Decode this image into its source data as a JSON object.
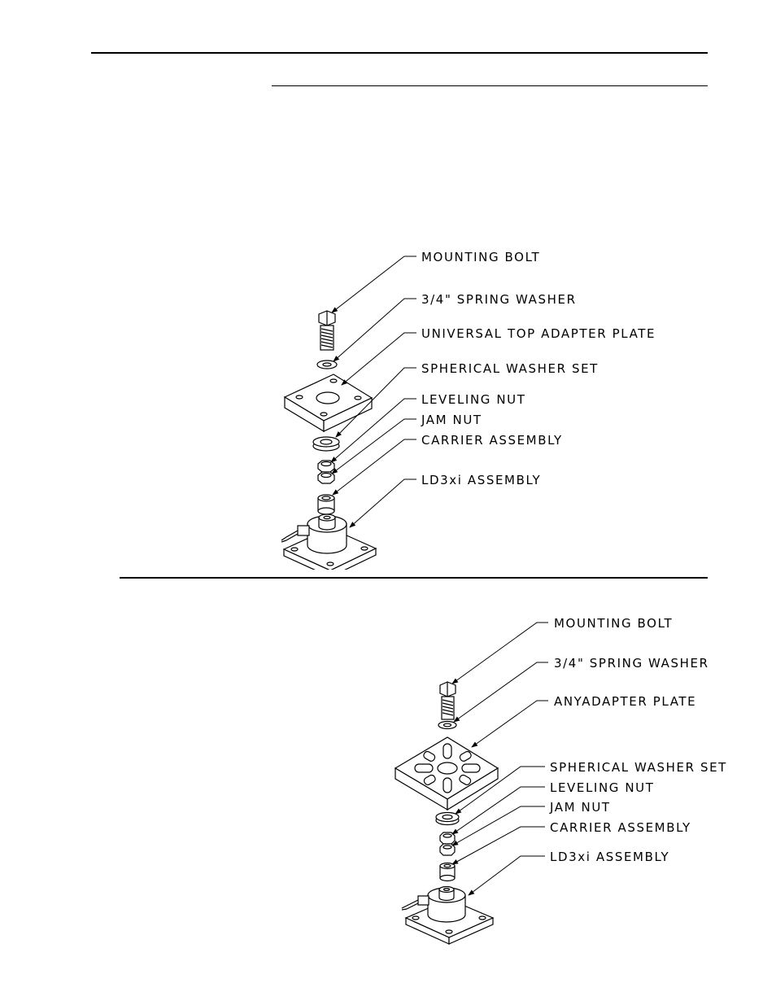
{
  "diagram_top": {
    "labels": {
      "mounting_bolt": "MOUNTING BOLT",
      "spring_washer": "3/4\" SPRING WASHER",
      "adapter_plate": "UNIVERSAL TOP ADAPTER PLATE",
      "spherical_washer": "SPHERICAL WASHER SET",
      "leveling_nut": "LEVELING NUT",
      "jam_nut": "JAM NUT",
      "carrier": "CARRIER ASSEMBLY",
      "ld3xi": "LD3xi ASSEMBLY"
    }
  },
  "diagram_bottom": {
    "labels": {
      "mounting_bolt": "MOUNTING BOLT",
      "spring_washer": "3/4\" SPRING WASHER",
      "adapter_plate": "ANYADAPTER PLATE",
      "spherical_washer": "SPHERICAL WASHER SET",
      "leveling_nut": "LEVELING NUT",
      "jam_nut": "JAM NUT",
      "carrier": "CARRIER ASSEMBLY",
      "ld3xi": "LD3xi ASSEMBLY"
    }
  }
}
